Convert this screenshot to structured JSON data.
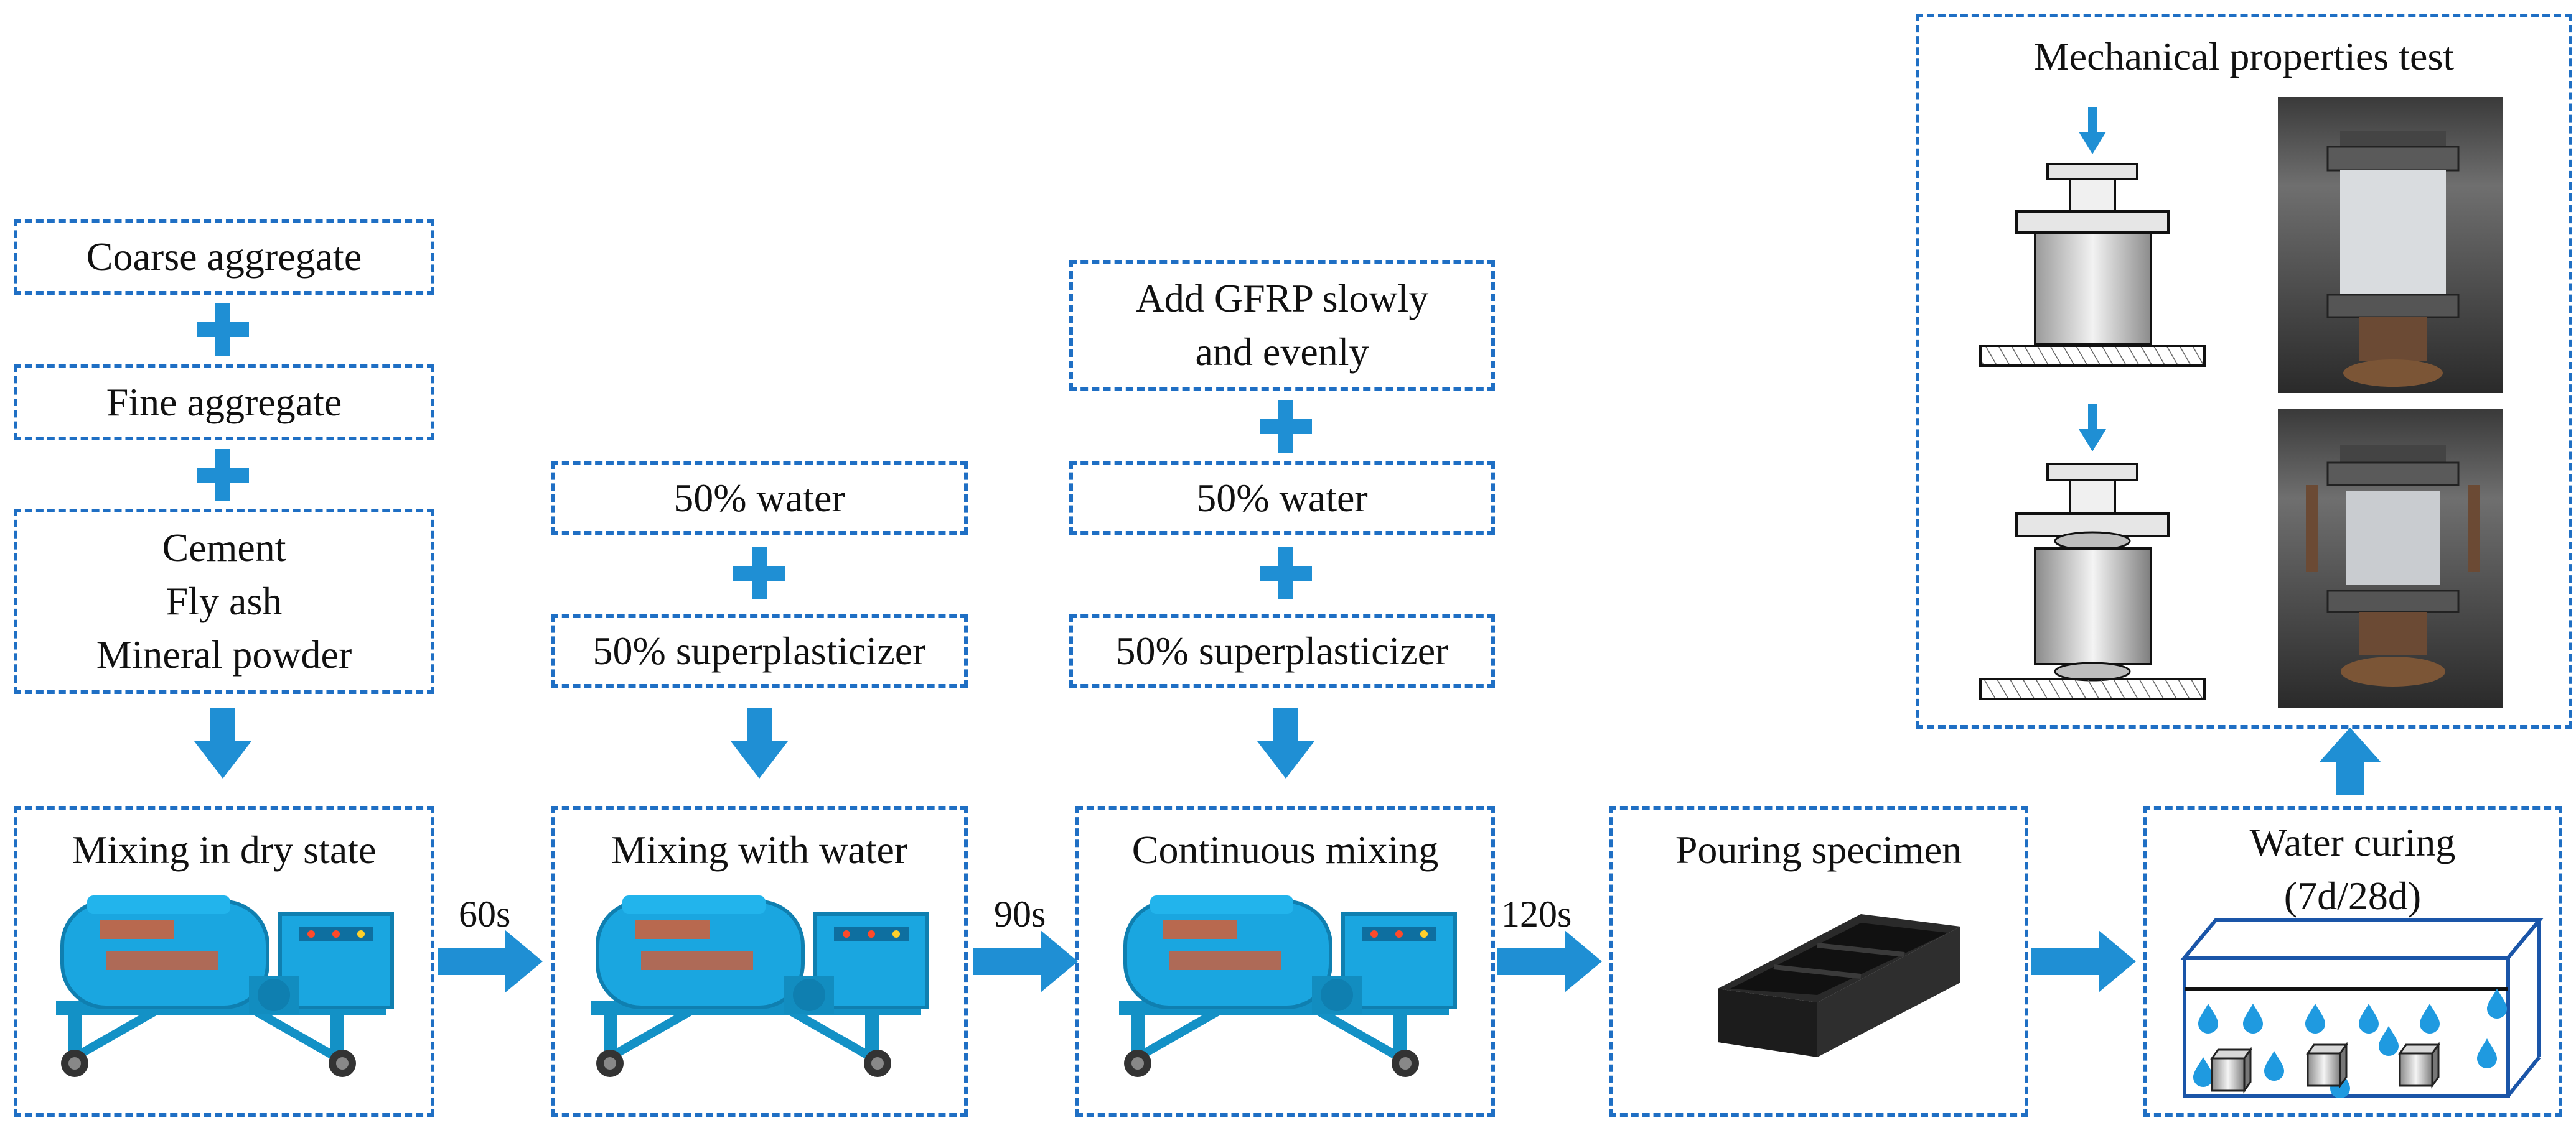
{
  "colors": {
    "accent": "#1f8fd4",
    "border": "#1f6fc4",
    "mixer": "#1aa6e0",
    "water": "#1f9ae0"
  },
  "icons": [
    "plus-icon",
    "down-arrow-icon",
    "right-arrow-icon",
    "up-arrow-icon",
    "mixer-icon",
    "mold-icon",
    "water-tank-icon",
    "load-arrow-icon",
    "cube-specimen-icon",
    "photo-icon"
  ],
  "inputs": {
    "dry": [
      "Coarse aggregate",
      "Fine aggregate",
      [
        "Cement",
        "Fly ash",
        "Mineral powder"
      ]
    ],
    "water": [
      "50% water",
      "50% superplasticizer"
    ],
    "gfrp": [
      [
        "Add GFRP slowly",
        "and evenly"
      ],
      "50% water",
      "50% superplasticizer"
    ]
  },
  "steps": [
    {
      "title": "Mixing in dry state"
    },
    {
      "title": "Mixing with water"
    },
    {
      "title": "Continuous mixing"
    },
    {
      "title": "Pouring specimen"
    },
    {
      "title": [
        "Water curing",
        "(7d/28d)"
      ]
    }
  ],
  "times": [
    "60s",
    "90s",
    "120s"
  ],
  "test": {
    "title": "Mechanical properties test"
  }
}
